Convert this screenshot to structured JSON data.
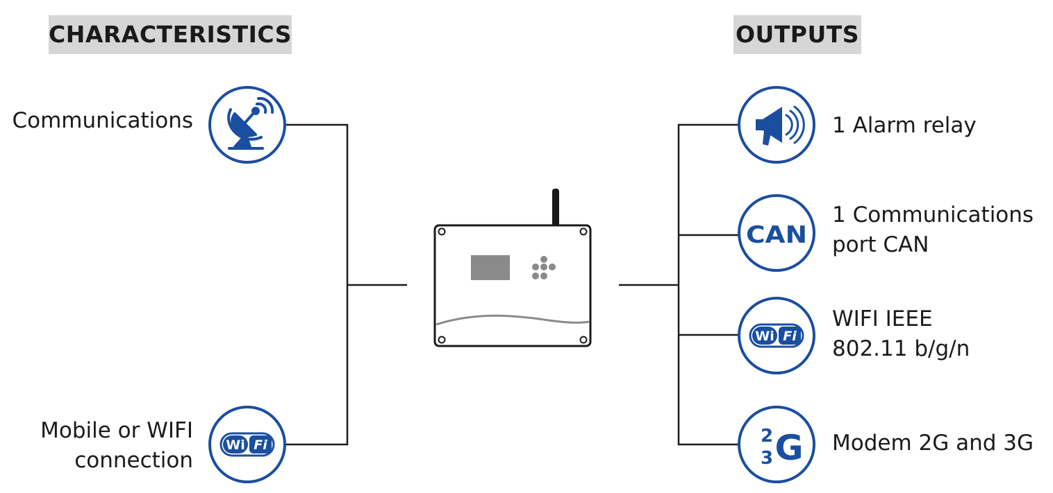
{
  "headers": {
    "characteristics": "CHARACTERISTICS",
    "outputs": "OUTPUTS"
  },
  "characteristics": [
    {
      "lines": [
        "Communications"
      ],
      "icon": "satellite-dish-icon"
    },
    {
      "lines": [
        "Mobile or WIFI",
        "connection"
      ],
      "icon": "wifi-icon"
    }
  ],
  "outputs": [
    {
      "lines": [
        "1 Alarm relay"
      ],
      "icon": "megaphone-icon"
    },
    {
      "lines": [
        "1 Communications",
        "port CAN"
      ],
      "icon": "can-icon",
      "icon_text": "CAN"
    },
    {
      "lines": [
        "WIFI IEEE",
        "802.11 b/g/n"
      ],
      "icon": "wifi-icon"
    },
    {
      "lines": [
        "Modem 2G and 3G"
      ],
      "icon": "2g-3g-icon",
      "icon_text": {
        "top": "2",
        "bottom": "3",
        "letter": "G"
      }
    }
  ],
  "wifi_icon_text": {
    "left": "Wi",
    "right": "Fi"
  },
  "colors": {
    "accent": "#1a4ea0",
    "line": "#1a1a1a",
    "header_bg": "#d6d6d6",
    "device_screen": "#8a8a8a"
  }
}
